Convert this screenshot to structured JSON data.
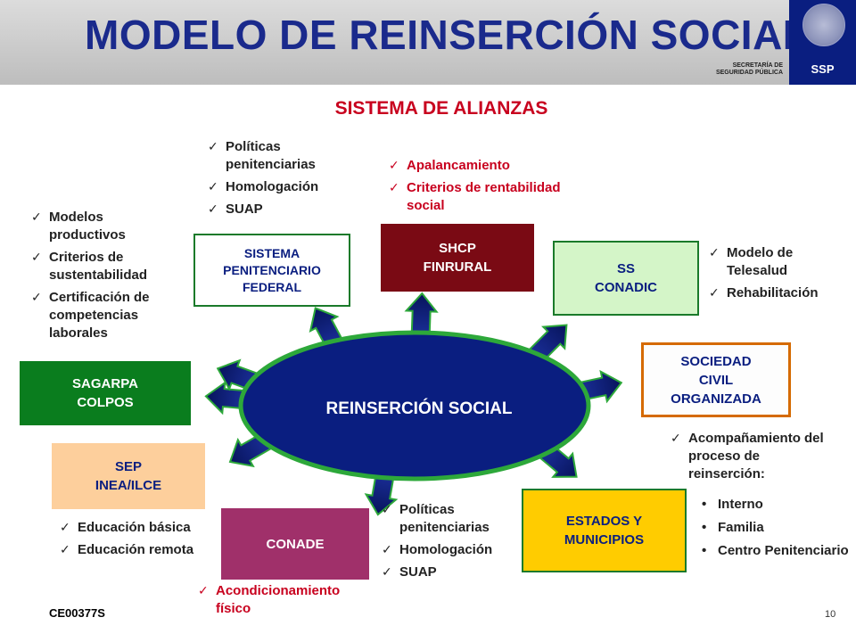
{
  "header": {
    "title": "MODELO DE REINSERCIÓN SOCIAL",
    "secretaria_line1": "SECRETARÍA DE",
    "secretaria_line2": "SEGURIDAD PÚBLICA",
    "ssp": "SSP"
  },
  "subtitle": "SISTEMA DE ALIANZAS",
  "center": "REINSERCIÓN SOCIAL",
  "colors": {
    "title": "#1a2a8c",
    "ellipse": "#0a1e80",
    "arrow": "#0a1e80",
    "red_text": "#c8001e",
    "sagarpa": "#0a7d1e",
    "shcp": "#7a0a14",
    "conade": "#a0306a",
    "estados": "#ffcc00",
    "sep": "#fdcf9c",
    "ss": "#d4f5c8",
    "sociedad_border": "#d56a00"
  },
  "nodes": {
    "sistema": {
      "line1": "SISTEMA",
      "line2": "PENITENCIARIO",
      "line3": "FEDERAL"
    },
    "shcp": {
      "line1": "SHCP",
      "line2": "FINRURAL"
    },
    "ss": {
      "line1": "SS",
      "line2": "CONADIC"
    },
    "sociedad": {
      "line1": "SOCIEDAD",
      "line2": "CIVIL",
      "line3": "ORGANIZADA"
    },
    "estados": {
      "line1": "ESTADOS Y",
      "line2": "MUNICIPIOS"
    },
    "conade": {
      "line1": "CONADE"
    },
    "sep": {
      "line1": "SEP",
      "line2": "INEA/ILCE"
    },
    "sagarpa": {
      "line1": "SAGARPA",
      "line2": "COLPOS"
    }
  },
  "bullets": {
    "sagarpa": [
      "Modelos productivos",
      "Criterios de sustentabilidad",
      "Certificación de competencias laborales"
    ],
    "sistema": [
      "Políticas penitenciarias",
      "Homologación",
      "SUAP"
    ],
    "shcp": [
      "Apalancamiento",
      "Criterios de rentabilidad social"
    ],
    "ss": [
      "Modelo de Telesalud",
      "Rehabilitación"
    ],
    "sociedad": [
      "Acompañamiento del proceso de reinserción:"
    ],
    "sociedad_sub": [
      "Interno",
      "Familia",
      "Centro Penitenciario"
    ],
    "estados": [
      "Políticas penitenciarias",
      "Homologación",
      "SUAP"
    ],
    "conade": [
      "Acondicionamiento físico"
    ],
    "sep": [
      "Educación básica",
      "Educación remota"
    ]
  },
  "footer": {
    "code": "CE00377S",
    "page": "10"
  }
}
